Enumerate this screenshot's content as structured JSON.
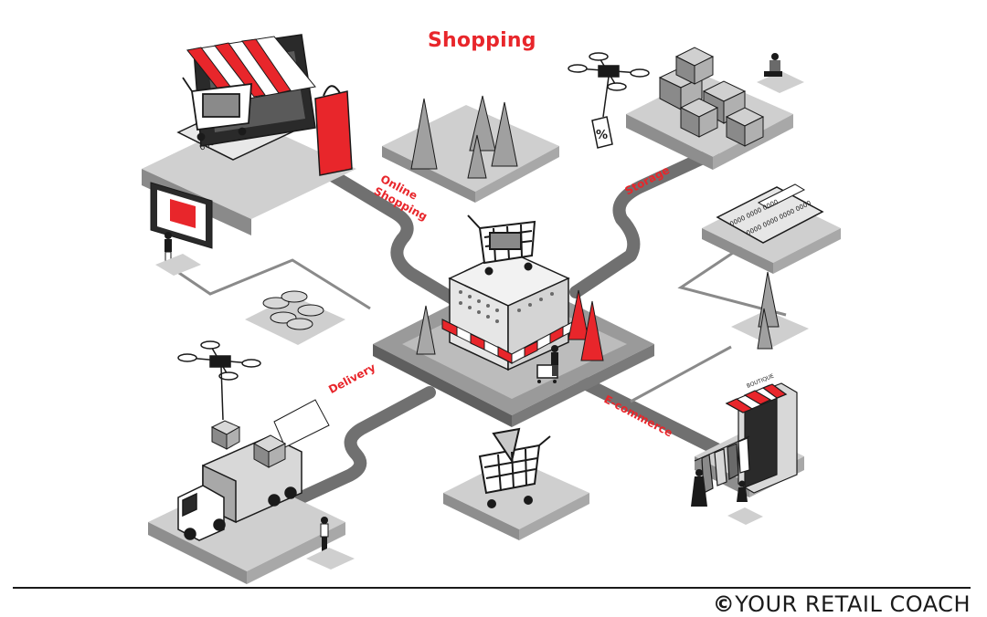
{
  "title": "Shopping",
  "labels": {
    "online_line1": "Online",
    "online_line2": "Shopping",
    "storage": "Storage",
    "delivery": "Delivery",
    "ecommerce": "E-commerce",
    "card_number": "0000 0000 0000 0000",
    "card_number_small": "0000 0000 0000",
    "laptop_card": "0000 0000 0000",
    "boutique_sign": "BOUTIQUE",
    "discount_tag": "%"
  },
  "footer": {
    "symbol": "©",
    "brand": "YOUR RETAIL COACH"
  },
  "colors": {
    "accent": "#e8262b",
    "ink": "#1a1a1a",
    "road": "#6e6e6e",
    "platform": "#d6d6d6",
    "platform_dark": "#9a9a9a"
  }
}
